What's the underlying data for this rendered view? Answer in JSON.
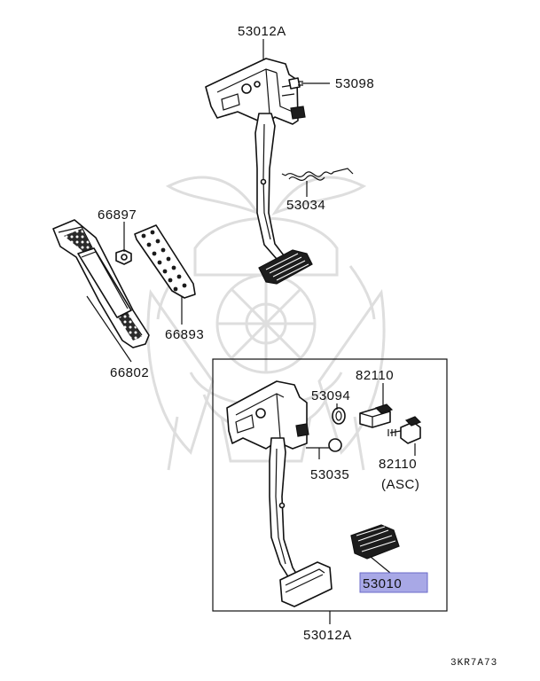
{
  "colors": {
    "highlight_fill": "#a8a8e6",
    "highlight_stroke": "#6a6ac8",
    "line": "#111111",
    "watermark": "#dedede"
  },
  "watermark": {
    "icon": "samurai-helmet-watermark"
  },
  "labels": {
    "top_assembly": "53012A",
    "bolt": "53098",
    "return_spring": "53034",
    "nut": "66897",
    "pad": "66893",
    "footrest": "66802",
    "stopper": "53094",
    "switch_upper": "82110",
    "switch_lower": "82110",
    "switch_lower_note": "(ASC)",
    "bumper": "53035",
    "pedal_pad_highlighted": "53010",
    "bottom_assembly": "53012A"
  },
  "diagram_code": "3KR7A73"
}
